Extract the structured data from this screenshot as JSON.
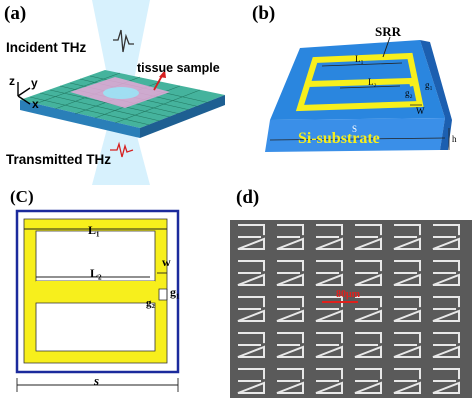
{
  "panel_a": {
    "label": "(a)",
    "incident": "Incident THz",
    "transmitted": "Transmitted THz",
    "sample": "tissue sample",
    "axis_z": "z",
    "axis_y": "y",
    "axis_x": "x"
  },
  "panel_b": {
    "label": "(b)",
    "srr": "SRR",
    "substrate": "Si-substrate",
    "L1": "L₁",
    "L2": "L₂",
    "g1": "g₁",
    "g2": "g₂",
    "w": "W",
    "s": "S",
    "h": "h"
  },
  "panel_c": {
    "label": "(C)",
    "L1": "L₁",
    "L2": "L₂",
    "w": "w",
    "g1": "g₁",
    "g2": "g₂",
    "s": "s"
  },
  "panel_d": {
    "label": "(d)",
    "scale": "80μm"
  },
  "colors": {
    "yellow": "#f7ef1c",
    "blue_frame": "#1b2a9c",
    "substrate_blue": "#2f7fd8",
    "sem_bg": "#5a5a5a",
    "scale_red": "#e0201c"
  }
}
